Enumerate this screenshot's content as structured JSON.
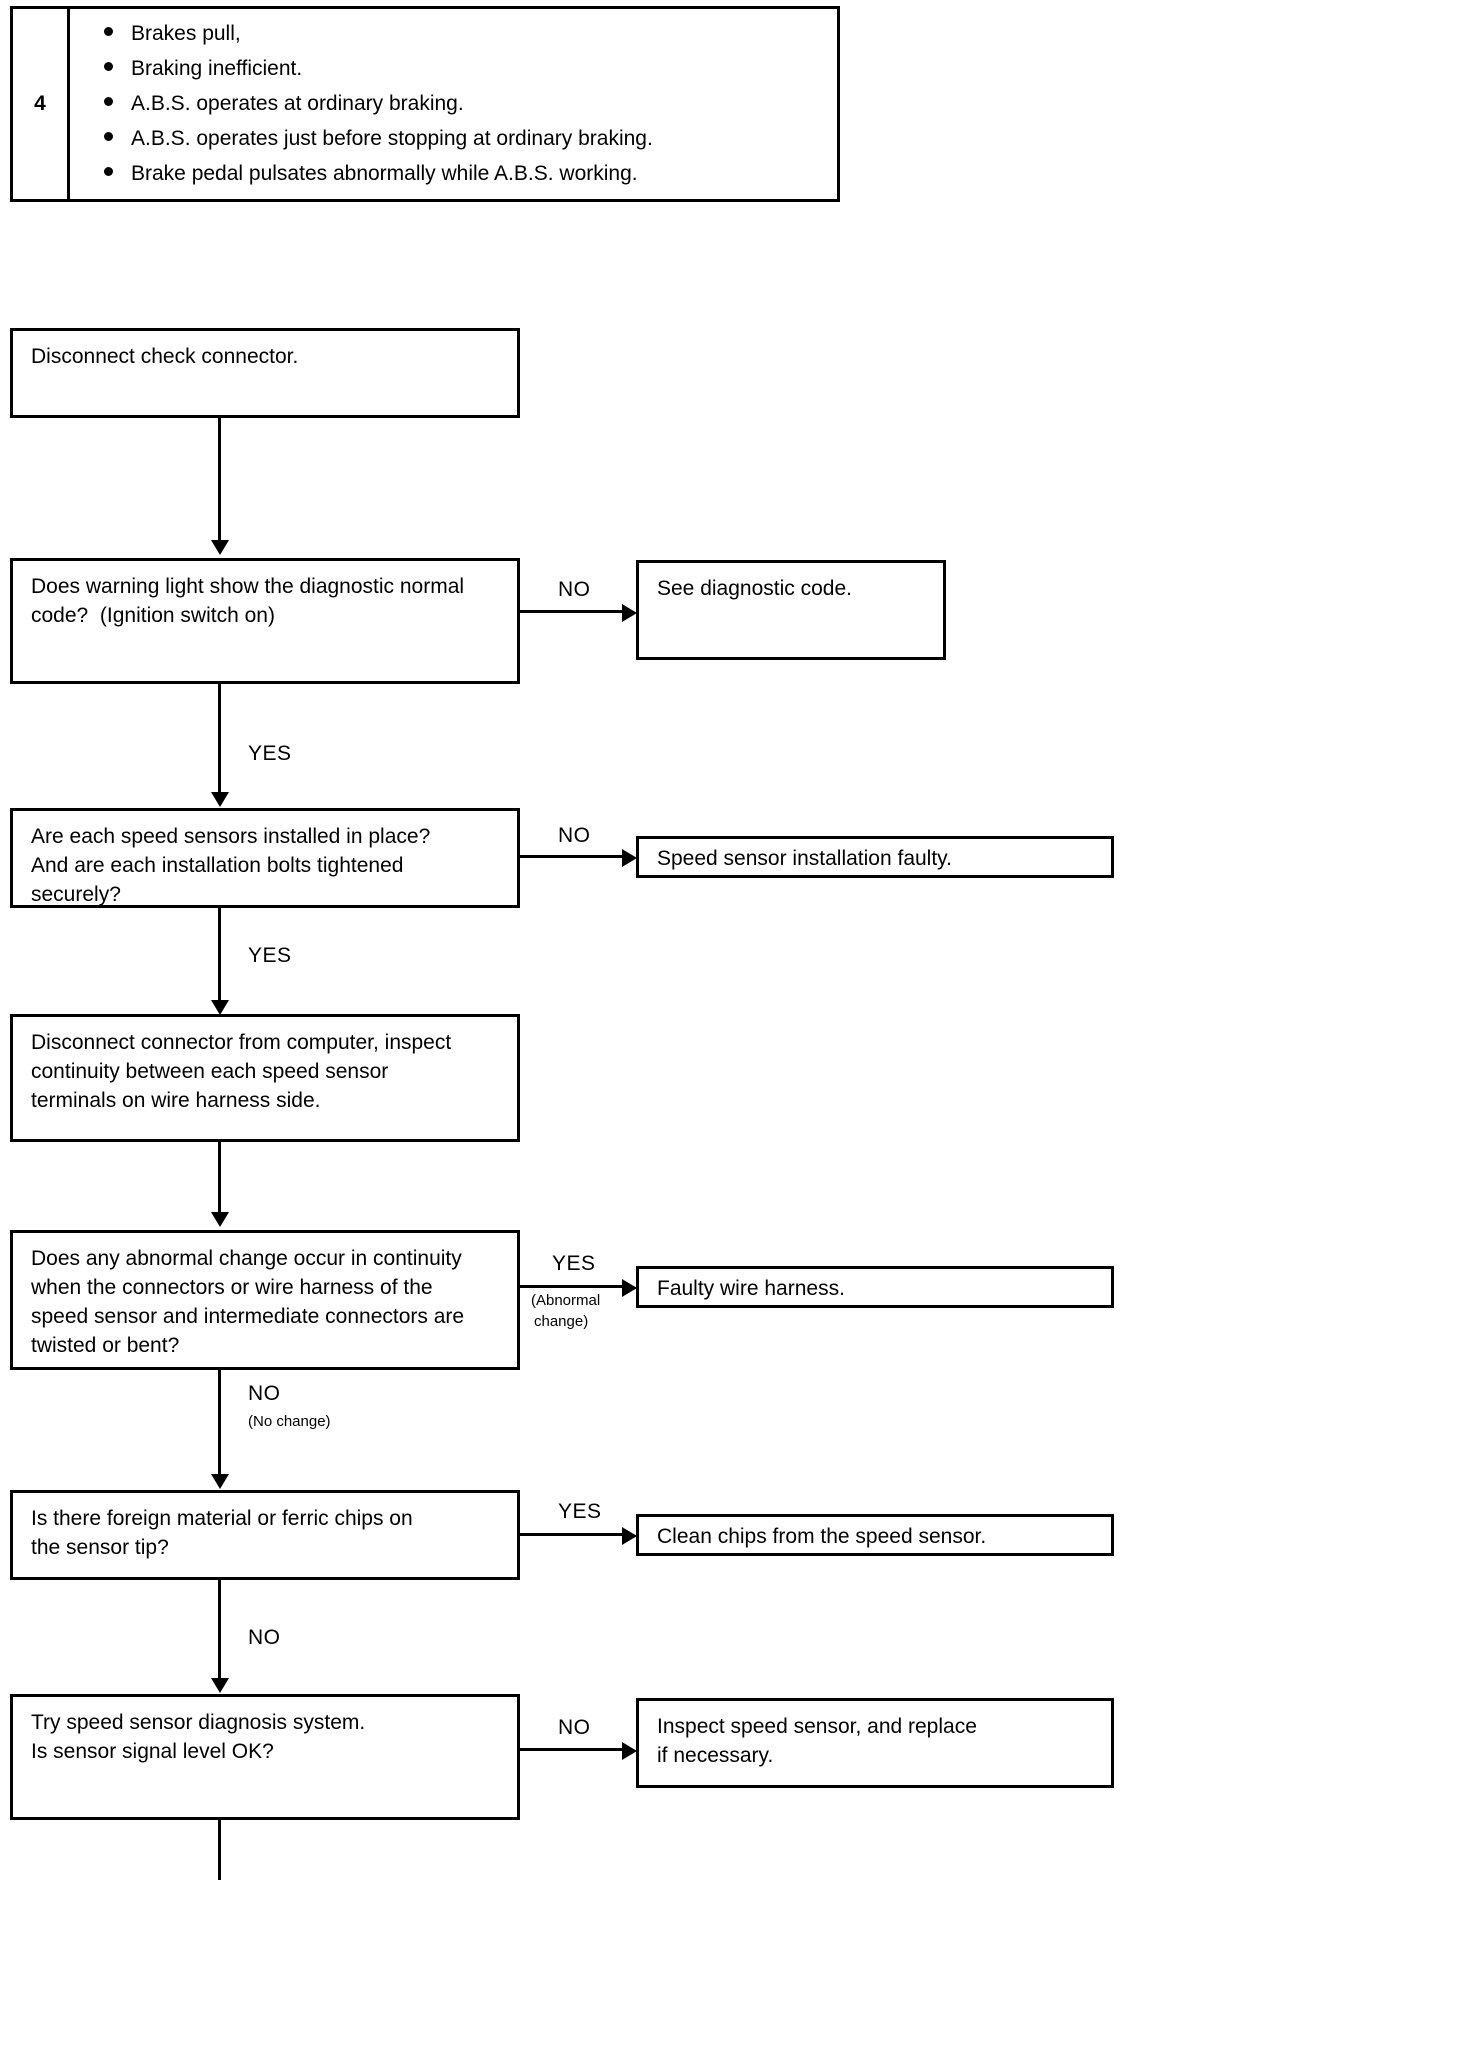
{
  "document": {
    "type": "abs-diagnostic-flowchart",
    "symptom_table": {
      "number": "4",
      "symptoms": [
        "Brakes pull,",
        "Braking inefficient.",
        "A.B.S. operates at ordinary braking.",
        "A.B.S. operates just before stopping at ordinary braking.",
        "Brake pedal pulsates abnormally while A.B.S. working."
      ]
    },
    "flow": {
      "step1": {
        "text": "Disconnect check connector."
      },
      "step2": {
        "line1": "Does warning light show the diagnostic normal",
        "line2": "code?  (Ignition switch on)",
        "branch_no": "NO",
        "branch_yes": "YES",
        "result_no": "See diagnostic code."
      },
      "step3": {
        "line1": "Are each speed sensors installed in place?",
        "line2": "And are each installation bolts tightened",
        "line3": "securely?",
        "branch_no": "NO",
        "branch_yes": "YES",
        "result_no": "Speed sensor installation faulty."
      },
      "step4": {
        "line1": "Disconnect connector from computer, inspect",
        "line2": "continuity between each speed sensor",
        "line3": "terminals on wire harness side."
      },
      "step5": {
        "line1": "Does any abnormal change occur in continuity",
        "line2": "when the connectors or wire harness of the",
        "line3": "speed sensor and intermediate connectors are",
        "line4": "twisted or bent?",
        "branch_yes": "YES",
        "branch_yes_sub1": "(Abnormal",
        "branch_yes_sub2": "change)",
        "branch_no": "NO",
        "branch_no_sub": "(No change)",
        "result_yes": "Faulty wire harness."
      },
      "step6": {
        "line1": "Is there foreign material or ferric chips on",
        "line2": "the sensor tip?",
        "branch_yes": "YES",
        "branch_no": "NO",
        "result_yes": "Clean chips from the speed sensor."
      },
      "step7": {
        "line1": "Try speed sensor diagnosis system.",
        "line2": "Is sensor signal level OK?",
        "branch_no": "NO",
        "result_no_line1": "Inspect speed sensor, and replace",
        "result_no_line2": "if necessary."
      }
    }
  }
}
